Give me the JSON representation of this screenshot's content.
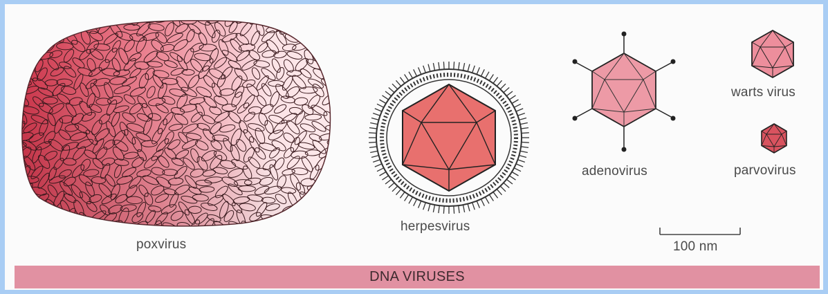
{
  "figure": {
    "labels": {
      "poxvirus": "poxvirus",
      "herpesvirus": "herpesvirus",
      "adenovirus": "adenovirus",
      "warts_virus": "warts virus",
      "parvovirus": "parvovirus",
      "scale_bar": "100 nm"
    },
    "banner": "DNA VIRUSES",
    "colors": {
      "virus_dark": "#d9384e",
      "virus_light": "#fbe2e4",
      "capsid_fill": "#e86a6a",
      "capsid_light": "#eb9aa6",
      "banner": "#e191a2",
      "frame": "#a9cdf4"
    }
  }
}
